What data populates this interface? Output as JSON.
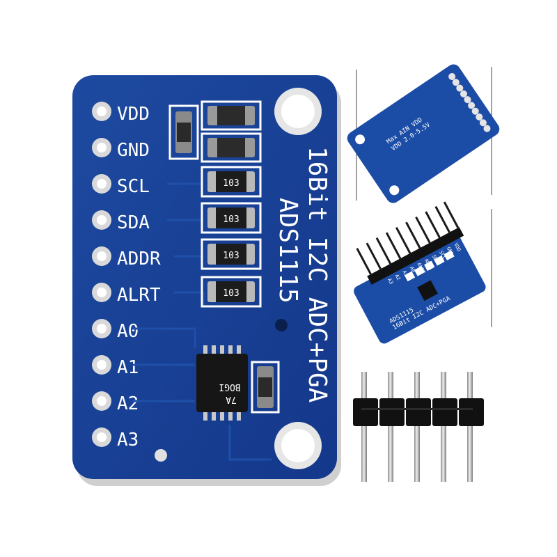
{
  "board": {
    "pins": [
      "VDD",
      "GND",
      "SCL",
      "SDA",
      "ADDR",
      "ALRT",
      "A0",
      "A1",
      "A2",
      "A3"
    ],
    "title_line1": "16Bit I2C ADC+PGA",
    "title_line2": "ADS1115",
    "resistor_code": "103",
    "chip_marking": "BOGI",
    "chip_marking2": "7A"
  },
  "back_view": {
    "line1": "Max AIN VDD",
    "line2": "VDD 2.0-5.5V"
  },
  "angled_view": {
    "pins": [
      "VDD",
      "GND",
      "SCL",
      "SDA",
      "ADDR",
      "ALRT",
      "A0",
      "A1",
      "A2",
      "A3"
    ],
    "title_line1": "16Bit I2C ADC+PGA",
    "title_line2": "ADS1115"
  },
  "colors": {
    "pcb": "#173f8f",
    "pcb_edge": "#0f2c6a",
    "silkscreen": "#ffffff",
    "pad": "#d9d9d9",
    "header_plastic": "#111111",
    "header_pin": "#c9c9c9"
  }
}
